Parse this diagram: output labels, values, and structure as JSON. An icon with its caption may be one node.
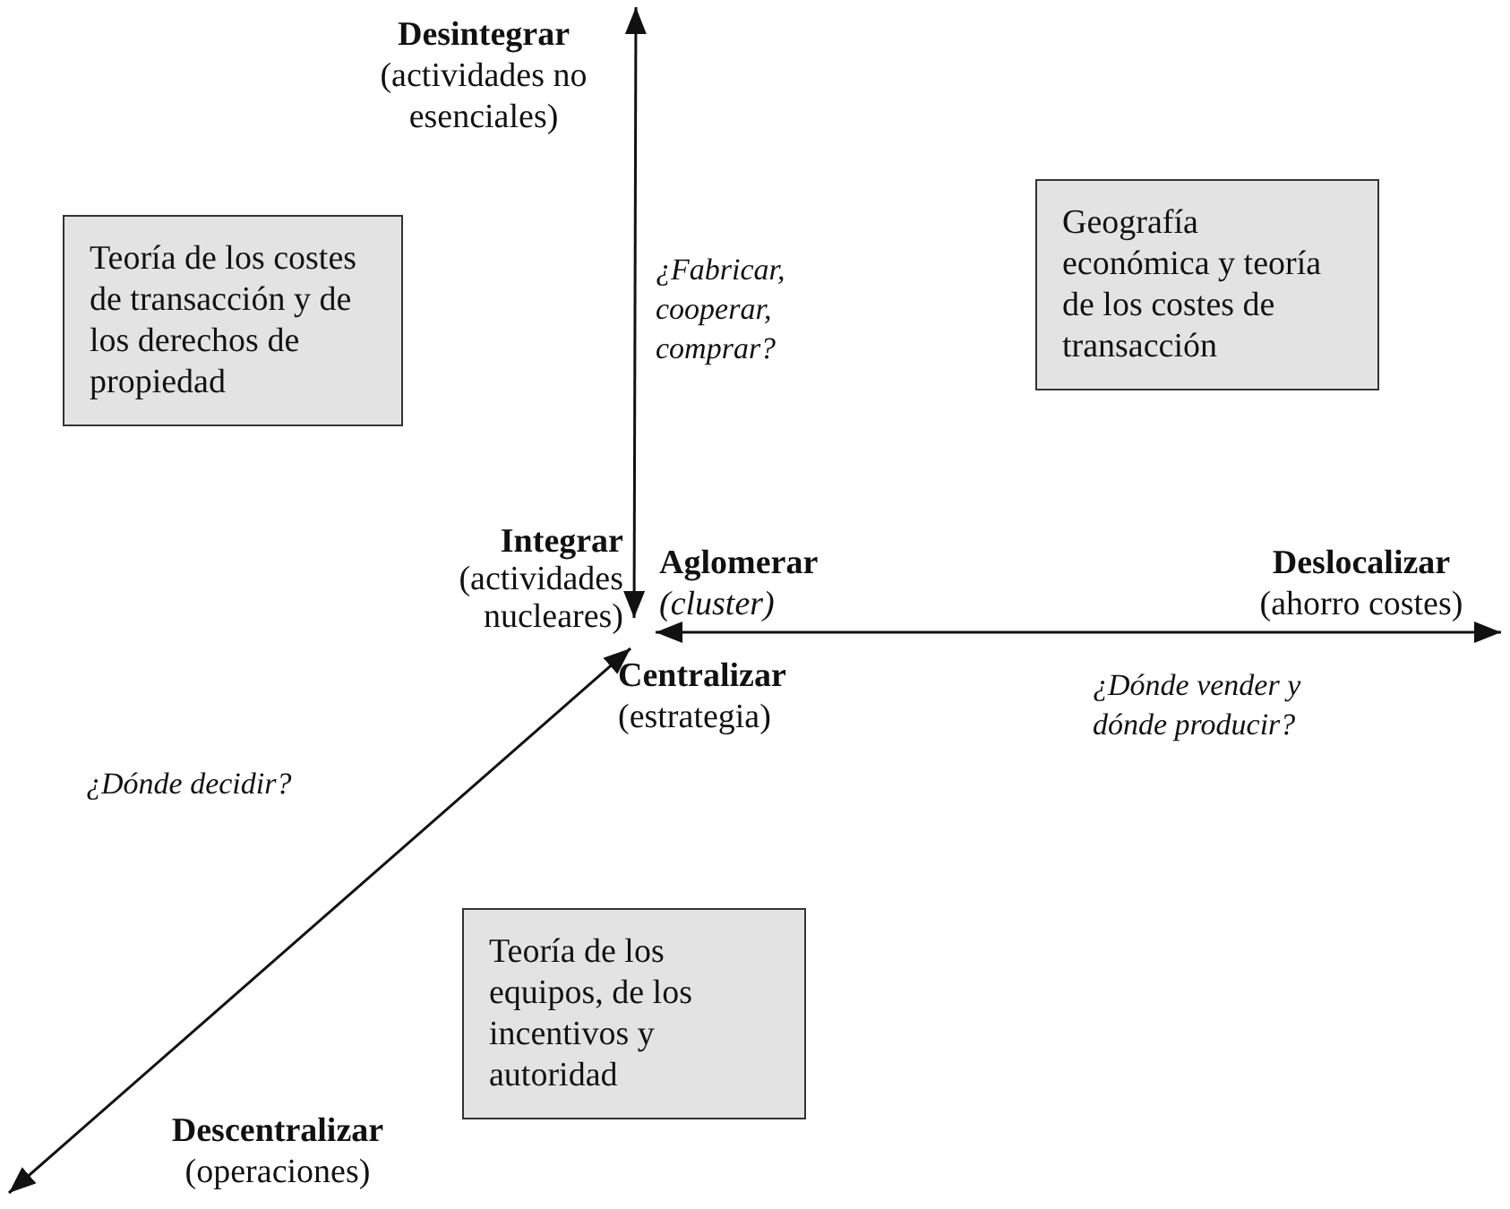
{
  "diagram": {
    "nodes": [
      {
        "text": [
          "Desintegrar",
          "(actividades no esenciales)"
        ]
      },
      {
        "text": [
          "Teoría de los costes de transacción y de los derechos de propiedad"
        ]
      },
      {
        "text": [
          "Geografía económica y teoría de los costes de transacción"
        ]
      },
      {
        "text": [
          "Integrar",
          "(actividades nucleares)"
        ]
      },
      {
        "text": [
          "Aglomerar",
          "(cluster)"
        ]
      },
      {
        "text": [
          "Deslocalizar",
          "(ahorro costes)"
        ]
      },
      {
        "text": [
          "Centralizar",
          "(estrategia)"
        ]
      },
      {
        "text": [
          "Teoría de los equipos, de los incentivos y autoridad"
        ]
      },
      {
        "text": [
          "Descentralizar",
          "(operaciones)"
        ]
      }
    ],
    "edges": [
      {
        "from": 3,
        "to": 0,
        "arrow": "both",
        "label": "¿Fabricar, cooperar, comprar?"
      },
      {
        "from": 4,
        "to": 5,
        "arrow": "both",
        "label": "¿Dónde vender y dónde producir?"
      },
      {
        "from": 6,
        "to": 8,
        "arrow": "both",
        "label": "¿Dónde decidir?"
      }
    ]
  }
}
